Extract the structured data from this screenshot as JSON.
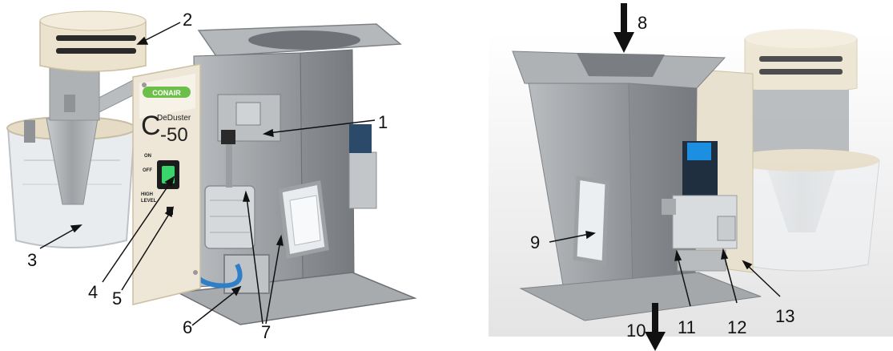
{
  "device": {
    "brand": "CONAIR",
    "product_line": "DeDuster",
    "model_letter": "C",
    "model_number": "-50",
    "switch_on": "ON",
    "switch_off": "OFF",
    "indicator_label_1": "HIGH",
    "indicator_label_2": "LEVEL"
  },
  "callouts": [
    "1",
    "2",
    "3",
    "4",
    "5",
    "6",
    "7",
    "8",
    "9",
    "10",
    "11",
    "12",
    "13"
  ],
  "colors": {
    "steel": "#a9adb0",
    "steel_dark": "#8a8e92",
    "panel_cream": "#eee7d8",
    "brand_green": "#6cc04a",
    "switch_green": "#39d46b",
    "hose_blue": "#2f7fc8",
    "valve_blue": "#1d8fe0",
    "arrow": "#111111"
  }
}
